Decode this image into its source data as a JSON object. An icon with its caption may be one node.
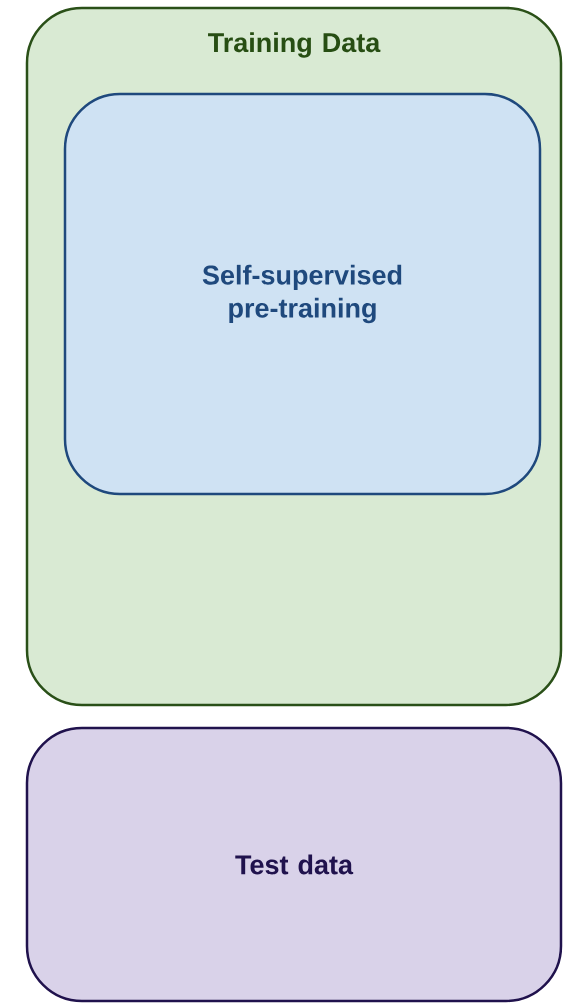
{
  "diagram": {
    "nodes": [
      {
        "text": [
          "Training Data"
        ]
      },
      {
        "text": [
          "Self-supervised pre-training"
        ],
        "in": 0
      },
      {
        "text": [
          "Test data"
        ]
      }
    ]
  }
}
